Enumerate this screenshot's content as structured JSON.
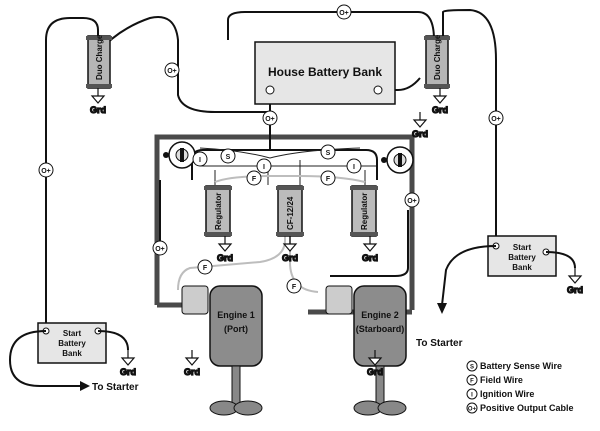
{
  "house_bank_label": "House Battery Bank",
  "duo_charge_label": "Duo Charge",
  "regulator_label": "Regulator",
  "cf_label": "CF-12/24",
  "ground_label": "Grd",
  "start_bank_label": [
    "Start",
    "Battery",
    "Bank"
  ],
  "to_starter": "To Starter",
  "engine1": [
    "Engine 1",
    "(Port)"
  ],
  "engine2": [
    "Engine 2",
    "(Starboard)"
  ],
  "tags": {
    "positive": "O+",
    "sense": "S",
    "field": "F",
    "ignition": "I"
  },
  "legend": [
    {
      "symbol": "S",
      "text": "Battery Sense Wire"
    },
    {
      "symbol": "F",
      "text": "Field Wire"
    },
    {
      "symbol": "I",
      "text": "Ignition Wire"
    },
    {
      "symbol": "O+",
      "text": "Positive Output Cable"
    }
  ],
  "colors": {
    "engine": "#8c8c8c",
    "box": "#e6e6e6",
    "duo": "#b5b5b5",
    "field_wire": "#bdbdbd",
    "frame": "#4a4a4a"
  }
}
